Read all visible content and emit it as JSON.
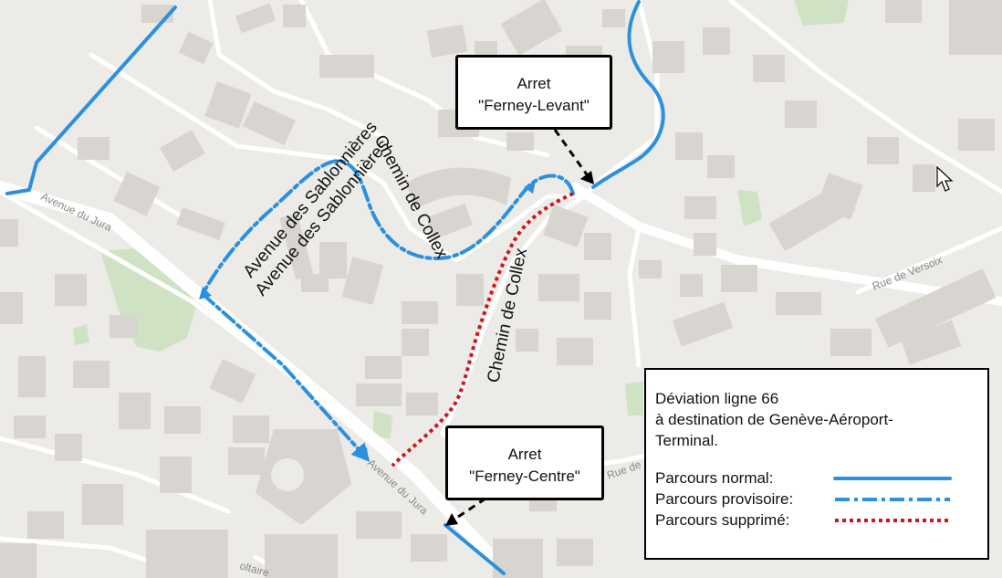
{
  "map": {
    "street_labels": [
      "Avenue du Jura",
      "Rue de Versoix",
      "Rue de",
      "Avenue du Jura",
      "oltaire"
    ],
    "road_names": [
      "Avenue des Sablonnières",
      "Avenue des Sablonnières",
      "Chemin de Collex",
      "Chemin de Collex"
    ]
  },
  "stops": {
    "levant": {
      "line1": "Arret",
      "line2": "\"Ferney-Levant\""
    },
    "centre": {
      "line1": "Arret",
      "line2": "\"Ferney-Centre\""
    }
  },
  "legend": {
    "description": [
      "Déviation ligne 66",
      "à destination de Genève-Aéroport-",
      "Terminal."
    ],
    "normal": "Parcours normal:",
    "provisoire": "Parcours provisoire:",
    "supprime": "Parcours supprimé:"
  },
  "colors": {
    "normal_route": "#2b90e0",
    "provisional_route": "#2b90e0",
    "removed_route": "#d0141c",
    "building": "#d8d4cf",
    "park": "#cfe3c4",
    "road": "#ffffff"
  },
  "icons": [
    "mouse-cursor-icon",
    "arrow-icon"
  ]
}
